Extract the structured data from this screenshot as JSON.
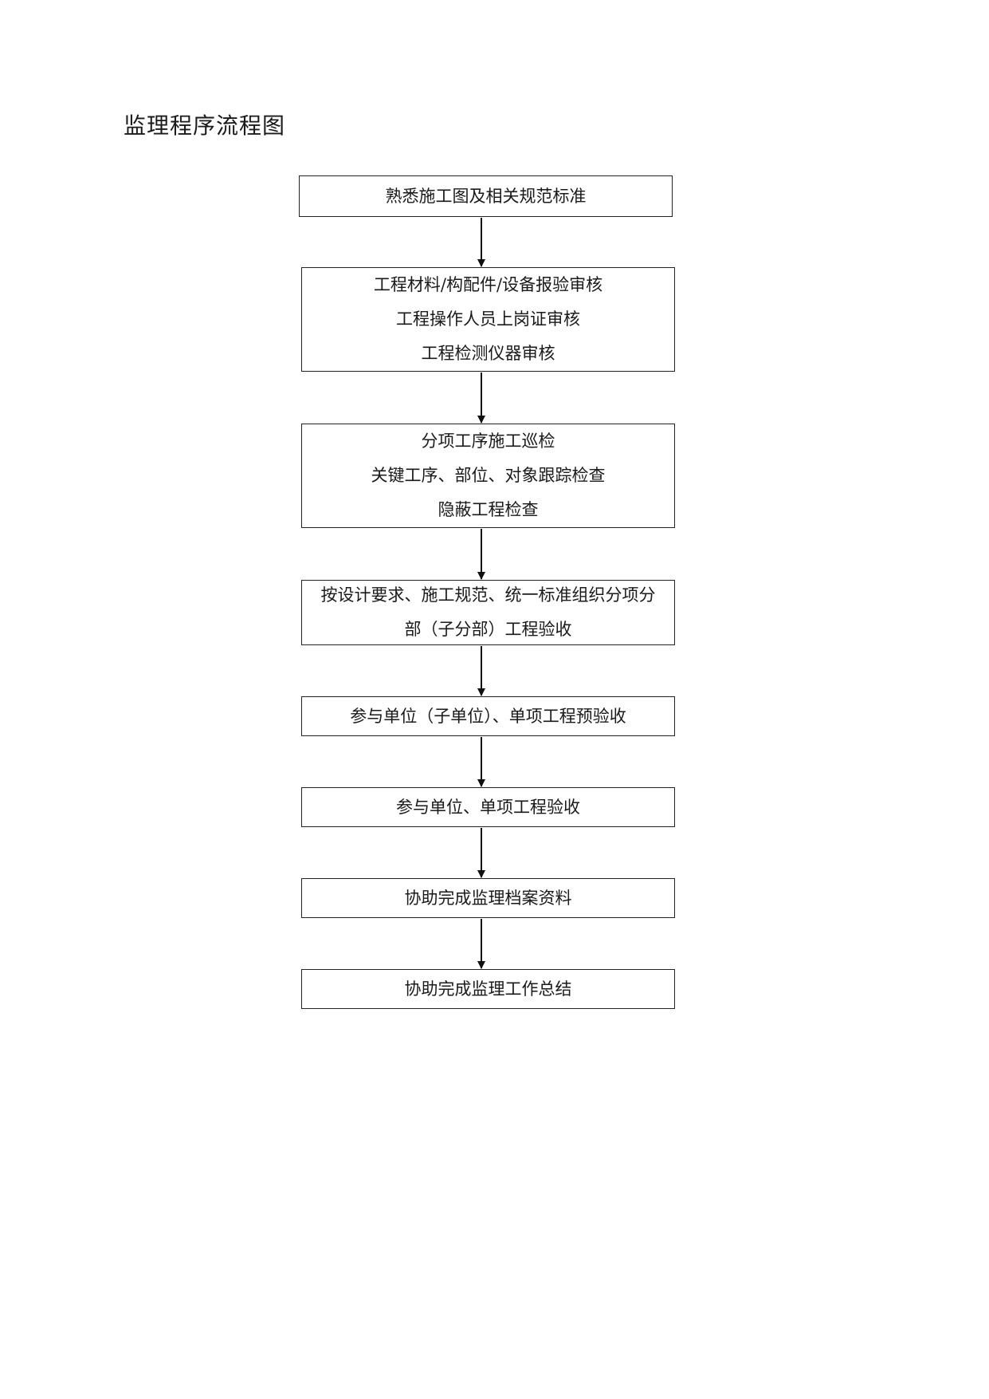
{
  "document": {
    "title": "监理程序流程图"
  },
  "flowchart": {
    "steps": [
      {
        "lines": [
          "熟悉施工图及相关规范标准"
        ]
      },
      {
        "lines": [
          "工程材料/构配件/设备报验审核",
          "工程操作人员上岗证审核",
          "工程检测仪器审核"
        ]
      },
      {
        "lines": [
          "分项工序施工巡检",
          "关键工序、部位、对象跟踪检查",
          "隐蔽工程检查"
        ]
      },
      {
        "lines": [
          "按设计要求、施工规范、统一标准组织分项分",
          "部（子分部）工程验收"
        ]
      },
      {
        "lines": [
          "参与单位（子单位）、单项工程预验收"
        ]
      },
      {
        "lines": [
          "参与单位、单项工程验收"
        ]
      },
      {
        "lines": [
          "协助完成监理档案资料"
        ]
      },
      {
        "lines": [
          "协助完成监理工作总结"
        ]
      }
    ],
    "colors": {
      "border": "#222222",
      "arrow": "#111111",
      "text": "#1a1a1a"
    }
  }
}
